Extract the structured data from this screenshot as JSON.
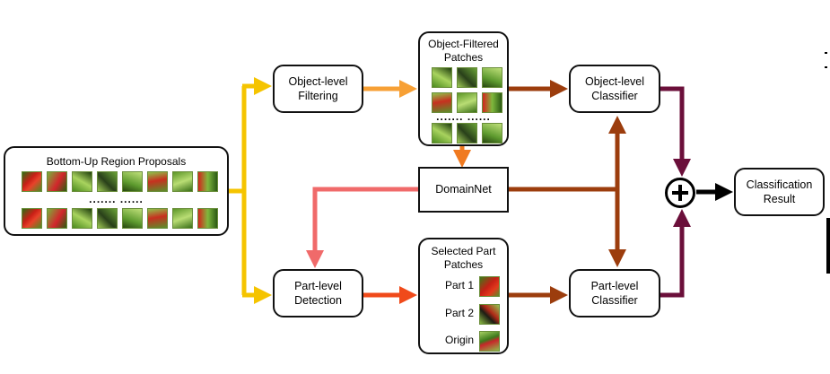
{
  "boxes": {
    "region_proposals": {
      "title": "Bottom-Up Region Proposals",
      "dots": "....... ......"
    },
    "object_filtering": {
      "label": "Object-level\nFiltering"
    },
    "object_patches": {
      "title": "Object-Filtered\nPatches",
      "dots": "....... ......"
    },
    "domainnet": {
      "label": "DomainNet"
    },
    "part_detection": {
      "label": "Part-level\nDetection"
    },
    "selected_parts": {
      "title": "Selected Part\nPatches",
      "parts": [
        "Part 1",
        "Part 2",
        "Origin"
      ]
    },
    "object_classifier": {
      "label": "Object-level\nClassifier"
    },
    "part_classifier": {
      "label": "Part-level\nClassifier"
    },
    "result": {
      "label": "Classification\nResult"
    }
  },
  "colors": {
    "yellow": "#f5c400",
    "orange_light": "#f7a035",
    "orange": "#f07a20",
    "red_orange": "#f04a1a",
    "salmon": "#f06a6a",
    "brown": "#9c3d0d",
    "maroon": "#6b0f3a",
    "black": "#000000"
  }
}
